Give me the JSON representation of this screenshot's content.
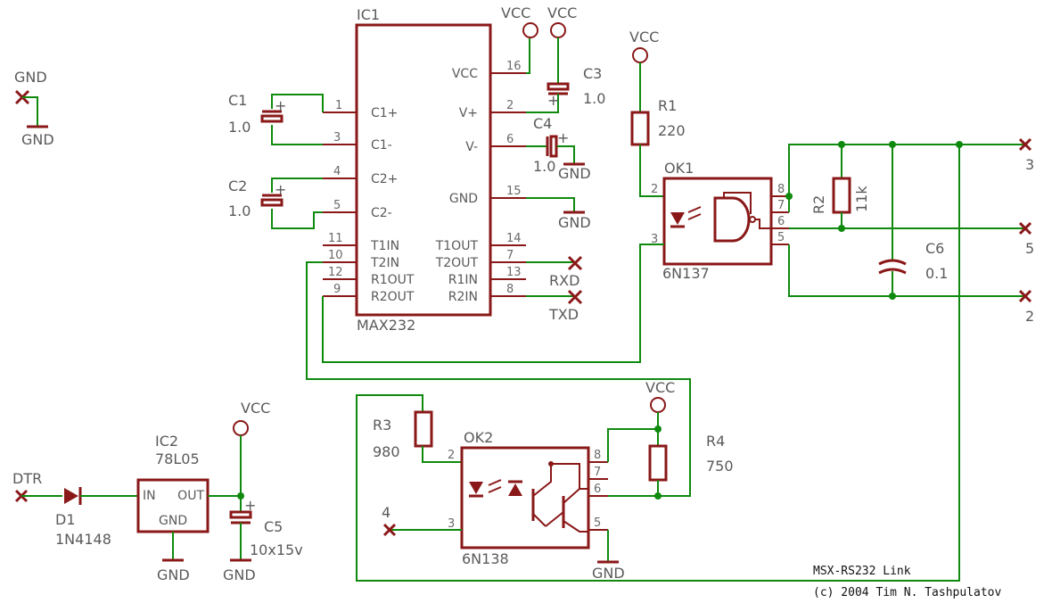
{
  "ic1": {
    "ref": "IC1",
    "value": "MAX232",
    "left_pins": [
      {
        "num": "1",
        "name": "C1+"
      },
      {
        "num": "3",
        "name": "C1-"
      },
      {
        "num": "4",
        "name": "C2+"
      },
      {
        "num": "5",
        "name": "C2-"
      },
      {
        "num": "11",
        "name": "T1IN"
      },
      {
        "num": "10",
        "name": "T2IN"
      },
      {
        "num": "12",
        "name": "R1OUT"
      },
      {
        "num": "9",
        "name": "R2OUT"
      }
    ],
    "right_pins": [
      {
        "num": "16",
        "name": "VCC"
      },
      {
        "num": "2",
        "name": "V+"
      },
      {
        "num": "6",
        "name": "V-"
      },
      {
        "num": "15",
        "name": "GND"
      },
      {
        "num": "14",
        "name": "T1OUT"
      },
      {
        "num": "7",
        "name": "T2OUT"
      },
      {
        "num": "13",
        "name": "R1IN"
      },
      {
        "num": "8",
        "name": "R2IN"
      }
    ]
  },
  "ok1": {
    "ref": "OK1",
    "value": "6N137",
    "pins": {
      "p2": "2",
      "p3": "3",
      "p8": "8",
      "p7": "7",
      "p6": "6",
      "p5": "5"
    }
  },
  "ok2": {
    "ref": "OK2",
    "value": "6N138",
    "pins": {
      "p2": "2",
      "p3": "3",
      "p8": "8",
      "p7": "7",
      "p6": "6",
      "p5": "5"
    }
  },
  "ic2": {
    "ref": "IC2",
    "value": "78L05",
    "in": "IN",
    "out": "OUT",
    "gnd": "GND"
  },
  "c1": {
    "ref": "C1",
    "value": "1.0"
  },
  "c2": {
    "ref": "C2",
    "value": "1.0"
  },
  "c3": {
    "ref": "C3",
    "value": "1.0"
  },
  "c4": {
    "ref": "C4",
    "value": "1.0"
  },
  "c5": {
    "ref": "C5",
    "value": "10x15v"
  },
  "c6": {
    "ref": "C6",
    "value": "0.1"
  },
  "r1": {
    "ref": "R1",
    "value": "220"
  },
  "r2": {
    "ref": "R2",
    "value": "11k"
  },
  "r3": {
    "ref": "R3",
    "value": "980"
  },
  "r4": {
    "ref": "R4",
    "value": "750"
  },
  "d1": {
    "ref": "D1",
    "value": "1N4148"
  },
  "plus": "+",
  "nets": {
    "vcc": "VCC",
    "gnd": "GND",
    "rxd": "RXD",
    "txd": "TXD",
    "dtr": "DTR",
    "conn3": "3",
    "conn5": "5",
    "conn2": "2",
    "conn4": "4"
  },
  "footer": {
    "title": "MSX-RS232 Link",
    "copyright": "(c) 2004 Tim N. Tashpulatov"
  }
}
